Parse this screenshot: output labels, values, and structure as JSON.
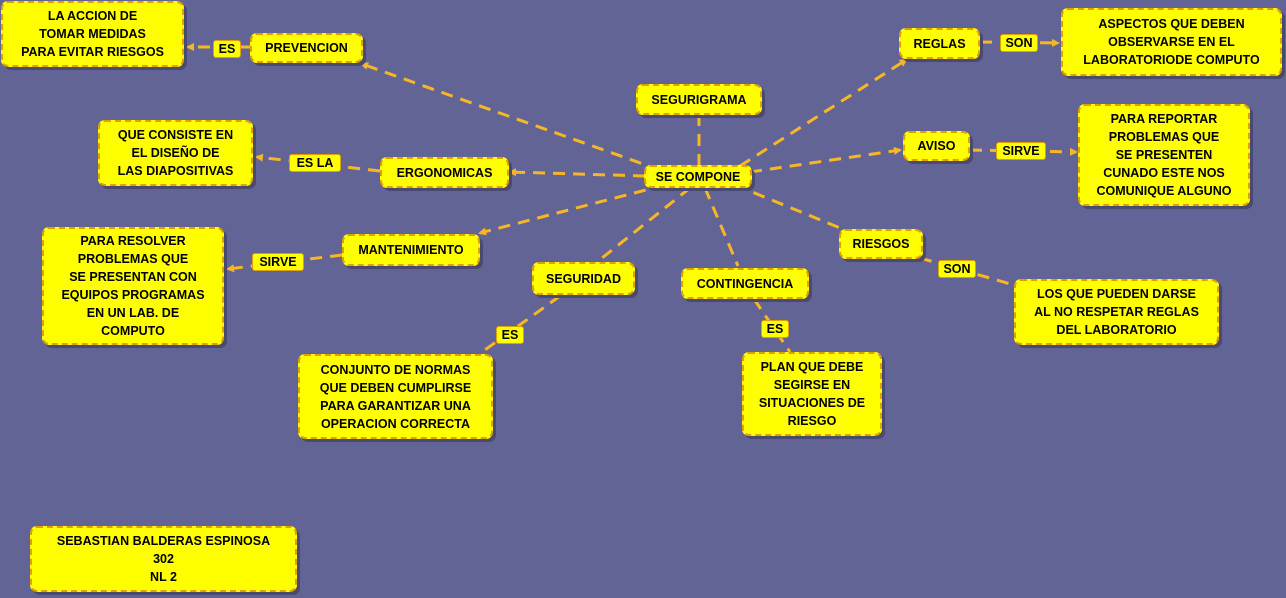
{
  "colors": {
    "background": "#636496",
    "node_fill": "#ffff00",
    "link": "#f7b626"
  },
  "nodes": {
    "root": "SEGURIGRAMA",
    "center": "SE COMPONE",
    "prevencion": "PREVENCION",
    "prevencion_def": "LA ACCION DE\nTOMAR MEDIDAS\nPARA EVITAR RIESGOS",
    "ergonomicas": "ERGONOMICAS",
    "ergonomicas_def": "QUE CONSISTE EN\nEL DISEÑO DE\nLAS DIAPOSITIVAS",
    "mantenimiento": "MANTENIMIENTO",
    "mantenimiento_def": "PARA RESOLVER\nPROBLEMAS QUE\nSE PRESENTAN CON\nEQUIPOS PROGRAMAS\nEN UN LAB. DE\nCOMPUTO",
    "seguridad": "SEGURIDAD",
    "seguridad_def": "CONJUNTO DE NORMAS\nQUE DEBEN CUMPLIRSE\nPARA GARANTIZAR UNA\nOPERACION CORRECTA",
    "contingencia": "CONTINGENCIA",
    "contingencia_def": "PLAN QUE DEBE\nSEGIRSE EN\nSITUACIONES DE\nRIESGO",
    "riesgos": "RIESGOS",
    "riesgos_def": "LOS QUE PUEDEN DARSE\nAL NO RESPETAR REGLAS\nDEL LABORATORIO",
    "aviso": "AVISO",
    "aviso_def": "PARA REPORTAR\nPROBLEMAS QUE\nSE PRESENTEN\nCUNADO ESTE NOS\nCOMUNIQUE ALGUNO",
    "reglas": "REGLAS",
    "reglas_def": "ASPECTOS QUE DEBEN\nOBSERVARSE EN EL\nLABORATORIODE COMPUTO",
    "author": "SEBASTIAN  BALDERAS  ESPINOSA\n302\nNL 2"
  },
  "link_labels": {
    "prevencion": "ES",
    "ergonomicas": "ES LA",
    "mantenimiento": "SIRVE",
    "seguridad": "ES",
    "contingencia": "ES",
    "riesgos": "SON",
    "aviso": "SIRVE",
    "reglas": "SON"
  }
}
